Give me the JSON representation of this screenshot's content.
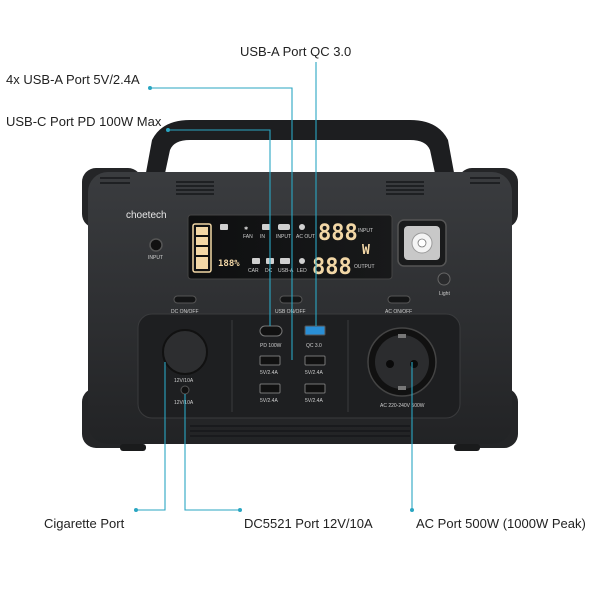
{
  "callouts": {
    "usb_a_qc": "USB-A Port QC 3.0",
    "usb_a_4x": "4x USB-A Port 5V/2.4A",
    "usb_c": "USB-C Port PD 100W Max",
    "cigarette": "Cigarette Port",
    "dc5521": "DC5521 Port 12V/10A",
    "ac": "AC Port  500W (1000W Peak)"
  },
  "device": {
    "brand": "choetech",
    "input_label": "INPUT",
    "light_label": "Light",
    "dc_button": "DC ON/OFF",
    "usb_button": "USB ON/OFF",
    "ac_button": "AC ON/OFF",
    "display": {
      "battery_percent": "188%",
      "input_digits": "888",
      "output_digits": "888",
      "watt_unit": "W",
      "input_word": "INPUT",
      "output_word": "OUTPUT",
      "icons": [
        "FAN",
        "IN",
        "INPUT",
        "AC OUT",
        "CAR",
        "DC",
        "USB-A",
        "LED"
      ]
    },
    "ports": {
      "pd_label": "PD 100W",
      "qc_label": "QC 3.0",
      "usb_5v_1": "5V/2.4A",
      "usb_5v_2": "5V/2.4A",
      "usb_5v_3": "5V/2.4A",
      "usb_5v_4": "5V/2.4A",
      "car_label": "12V/10A",
      "dc_label": "12V/10A",
      "ac_label": "AC 220-240V 500W"
    }
  },
  "colors": {
    "callout_line": "#2aa6c2",
    "body": "#2b2d2f",
    "panel": "#1e1f21"
  }
}
